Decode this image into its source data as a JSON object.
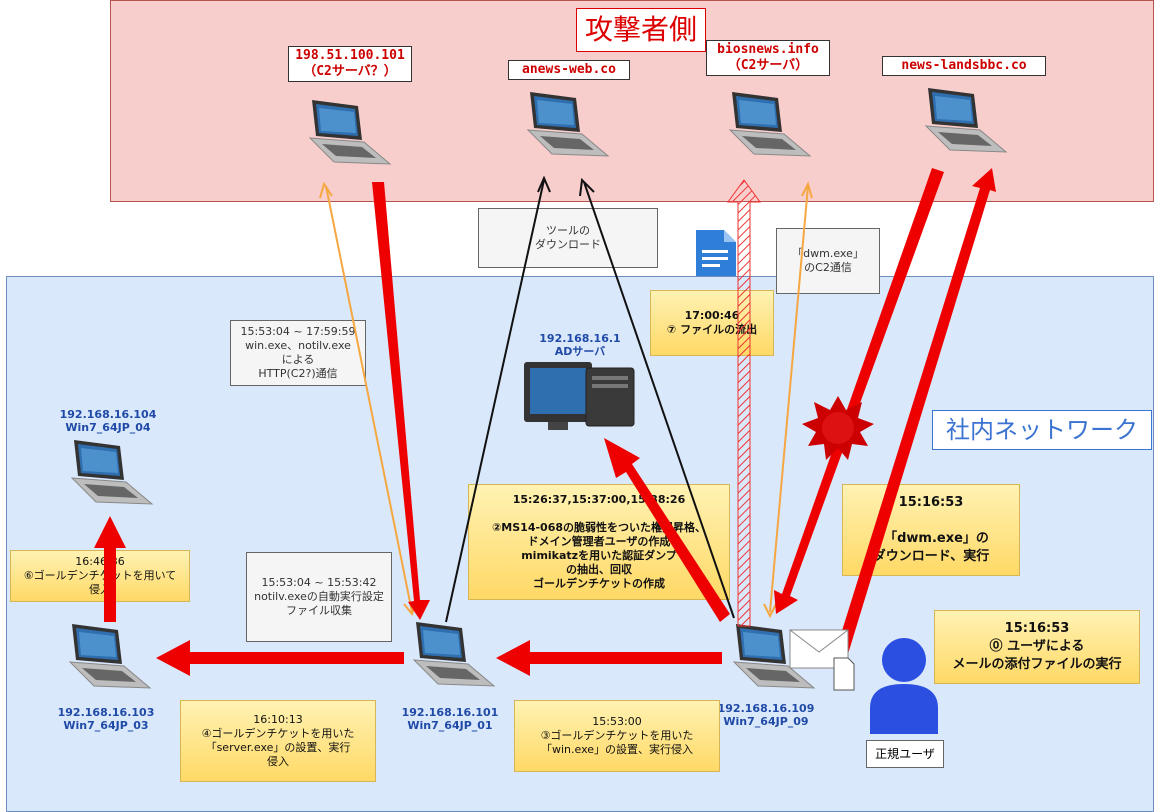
{
  "zones": {
    "attacker_title": "攻撃者側",
    "internal_title": "社内ネットワーク"
  },
  "attackers": [
    {
      "id": "c2-ip",
      "line1": "198.51.100.101",
      "line2": "（C2サーバ？）"
    },
    {
      "id": "anews",
      "line1": "anews-web.co",
      "line2": ""
    },
    {
      "id": "biosnews",
      "line1": "biosnews.info",
      "line2": "（C2サーバ）"
    },
    {
      "id": "newslands",
      "line1": "news-landsbbc.co",
      "line2": ""
    }
  ],
  "pcs": {
    "w104": "192.168.16.104\nWin7_64JP_04",
    "w103": "192.168.16.103\nWin7_64JP_03",
    "w101": "192.168.16.101\nWin7_64JP_01",
    "w109": "192.168.16.109\nWin7_64JP_09",
    "ad": "192.168.16.1\nADサーバ"
  },
  "notes": {
    "tool_download": "ツールの\nダウンロード",
    "dwm_c2": "「dwm.exe」\nのC2通信",
    "http_c2": "15:53:04 ~ 17:59:59\nwin.exe、notilv.exe\nによる\nHTTP(C2?)通信",
    "file_exfil": "17:00:46\n⑦ ファイルの流出",
    "step2": "15:26:37,15:37:00,15:38:26\n\n②MS14-068の脆弱性をついた権限昇格、\nドメイン管理者ユーザの作成\nmimikatzを用いた認証ダンプ\nの抽出、回収\nゴールデンチケットの作成",
    "step1": "15:16:53\n\n①「dwm.exe」の\nダウンロード、実行",
    "step0": "15:16:53\n⓪ ユーザによる\nメールの添付ファイルの実行",
    "step6": "16:46:36\n⑥ゴールデンチケットを用いて\n侵入",
    "autorun": "15:53:04 ~ 15:53:42\nnotilv.exeの自動実行設定\nファイル収集",
    "step4": "16:10:13\n④ゴールデンチケットを用いた\n「server.exe」の設置、実行\n侵入",
    "step3": "15:53:00\n③ゴールデンチケットを用いた\n「win.exe」の設置、実行侵入"
  },
  "user_label": "正規ユーザ",
  "colors": {
    "arrow_red": "#ee0000",
    "arrow_orange": "#f5a742",
    "pc_blue": "#1f4aa6"
  }
}
